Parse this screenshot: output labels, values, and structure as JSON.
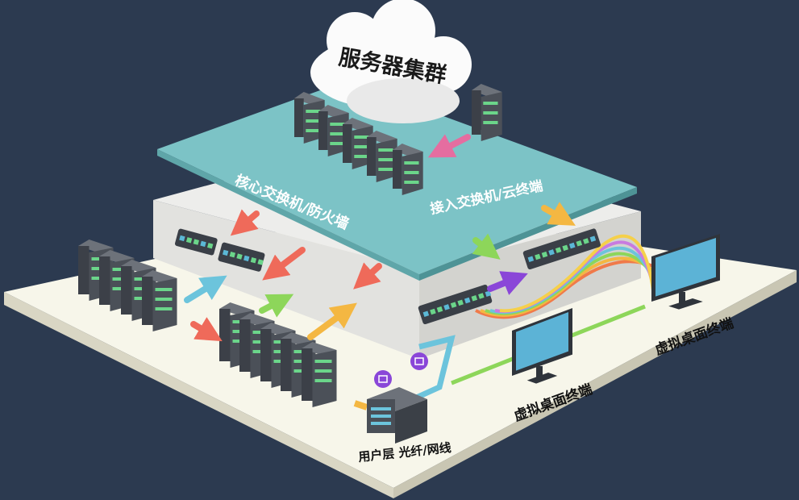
{
  "cloud": {
    "label": "服务器集群"
  },
  "layers": {
    "core": "核心交换机/防火墙",
    "access": "接入交换机/云终端",
    "user": "用户层 光纤/网线"
  },
  "terminals": [
    {
      "label": "虚拟桌面终端"
    },
    {
      "label": "虚拟桌面终端"
    }
  ],
  "colors": {
    "background": "#2c3a50",
    "top_plate": "#7cc3c6",
    "middle_plate": "#e9e9e6",
    "bottom_plate": "#f7f6ea",
    "arrow_red": "#ef6a5a",
    "arrow_blue": "#6cc4dc",
    "arrow_green": "#8dd65a",
    "arrow_yellow": "#f4b742",
    "arrow_purple": "#8a46d8"
  }
}
